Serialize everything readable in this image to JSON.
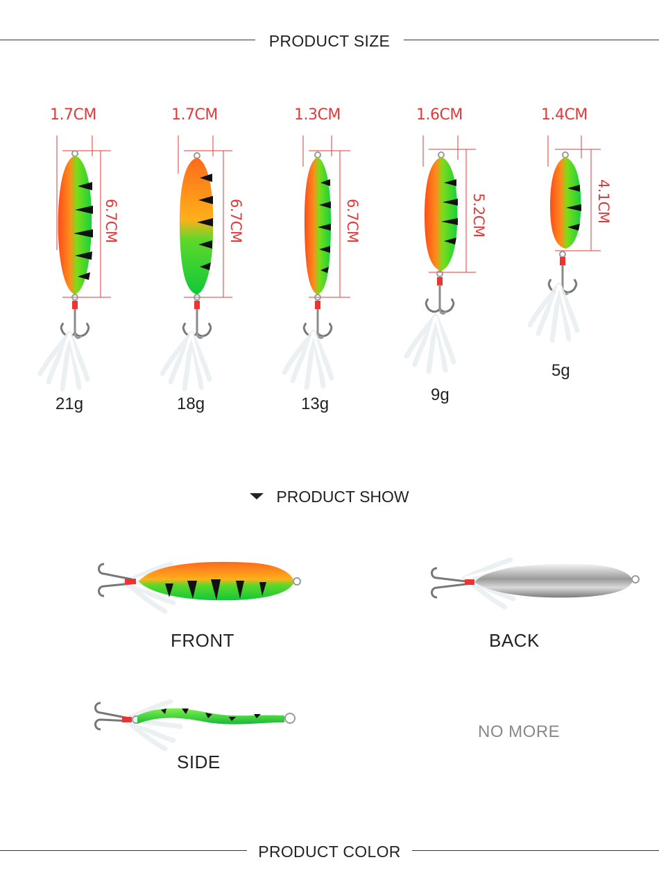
{
  "product_size": {
    "title": "PRODUCT SIZE",
    "items": [
      {
        "width": "1.7CM",
        "length": "6.7CM",
        "weight": "21g"
      },
      {
        "width": "1.7CM",
        "length": "6.7CM",
        "weight": "18g"
      },
      {
        "width": "1.3CM",
        "length": "6.7CM",
        "weight": "13g"
      },
      {
        "width": "1.6CM",
        "length": "5.2CM",
        "weight": "9g"
      },
      {
        "width": "1.4CM",
        "length": "4.1CM",
        "weight": "5g"
      }
    ]
  },
  "product_show": {
    "title": "PRODUCT SHOW",
    "front_label": "FRONT",
    "back_label": "BACK",
    "side_label": "SIDE",
    "no_more_label": "NO MORE"
  },
  "product_color": {
    "title": "PRODUCT COLOR"
  },
  "colors": {
    "dimension": "#e23a3a",
    "lure_green": "#2ecc2e",
    "lure_orange": "#ff6a1a",
    "stripe": "#111111"
  }
}
